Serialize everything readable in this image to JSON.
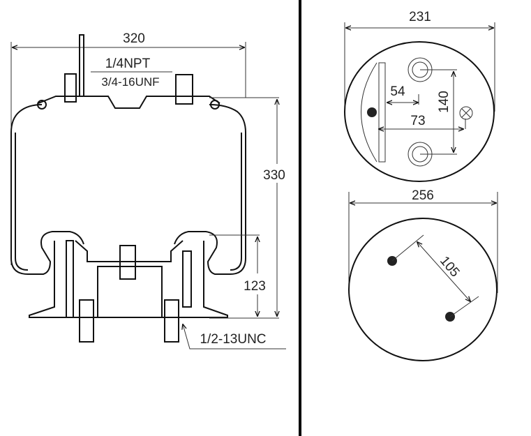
{
  "side_view": {
    "width_dim": "320",
    "height_dim": "330",
    "lower_dim": "123",
    "air_fitting": "1/4NPT",
    "top_stud": "3/4-16UNF",
    "bottom_stud": "1/2-13UNC"
  },
  "top_view": {
    "diameter_dim": "231",
    "stud_spacing_dim": "140",
    "offset_dim_1": "54",
    "offset_dim_2": "73"
  },
  "bottom_view": {
    "diameter_dim": "256",
    "stud_spacing_dim": "105"
  },
  "colors": {
    "line": "#111111",
    "background": "#ffffff"
  }
}
